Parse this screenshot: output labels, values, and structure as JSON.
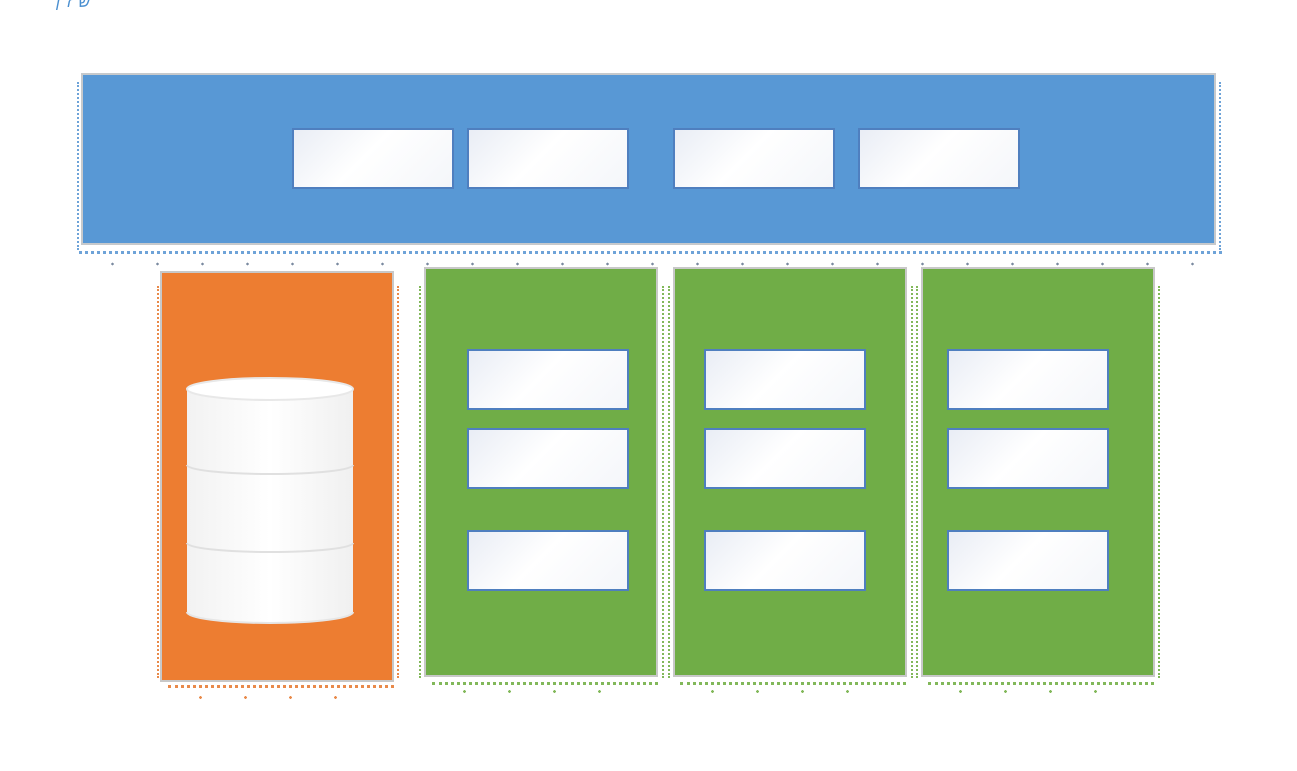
{
  "corner_text": "ש ז  ן",
  "colors": {
    "top_band": "#5898d5",
    "storage_column": "#ed7d31",
    "service_column": "#70ad47",
    "box_border": "#4f7fbf",
    "frame_border": "#c6c9cc"
  },
  "top_band": {
    "icon": "top-band-rectangle",
    "box_count": 4
  },
  "storage_column": {
    "icon": "database-cylinder-icon",
    "cylinder_segments": 3
  },
  "service_columns": [
    {
      "box_count": 3
    },
    {
      "box_count": 3
    },
    {
      "box_count": 3
    }
  ]
}
